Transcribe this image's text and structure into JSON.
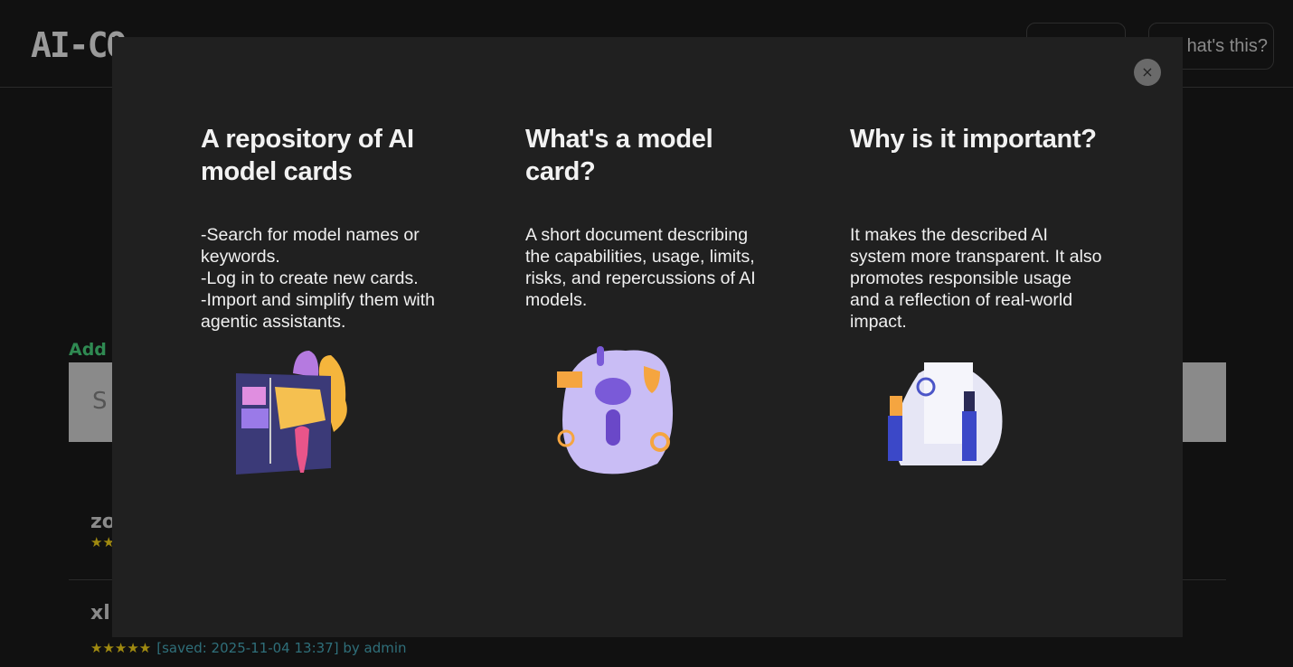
{
  "header": {
    "logo": "AI-CO",
    "login_label": "",
    "whats_this_label": "hat's this?"
  },
  "background": {
    "add_label": "Add f",
    "search_placeholder": "S",
    "items": [
      {
        "name": "zo",
        "stars": "★★",
        "saved": ""
      },
      {
        "name": "xl",
        "stars": "★★★★★",
        "saved": "[saved: 2025-11-04 13:37] by admin"
      }
    ]
  },
  "modal": {
    "close_label": "×",
    "columns": [
      {
        "title": "A repository of AI model cards",
        "body": "-Search for model names or keywords.\n-Log in to create new cards.\n-Import and simplify them with agentic assistants.",
        "illustration": "person-pinning-notes-board"
      },
      {
        "title": "What's a model card?",
        "body": "A short document describing the capabilities, usage, limits, risks, and repercussions of AI models.",
        "illustration": "robot-with-icons"
      },
      {
        "title": "Why is it important?",
        "body": "It makes the described AI system more transparent. It also promotes responsible usage and a reflection of real-world impact.",
        "illustration": "people-analyzing-dashboard"
      }
    ]
  }
}
